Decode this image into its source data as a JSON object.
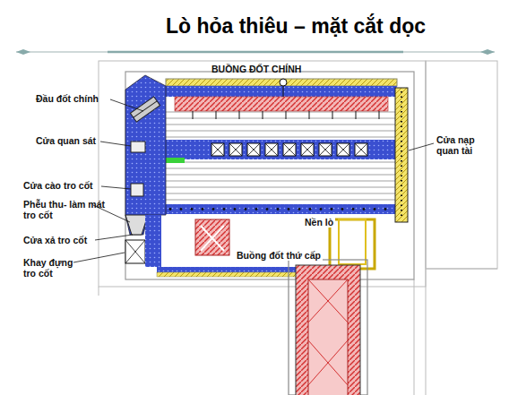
{
  "diagram": {
    "title": "Lò hỏa thiêu – mặt cắt dọc",
    "labels": [
      "Đầu đốt chính",
      "BUỒNG ĐỐT CHÍNH",
      "Cửa quan sát",
      "Cửa nạp quan tài",
      "Cửa cào tro cốt",
      "Phễu thu- làm mát tro cốt",
      "Nền lò",
      "Cửa xả tro cốt",
      "Buồng đốt thứ cấp",
      "Khay đựng tro cốt"
    ]
  }
}
